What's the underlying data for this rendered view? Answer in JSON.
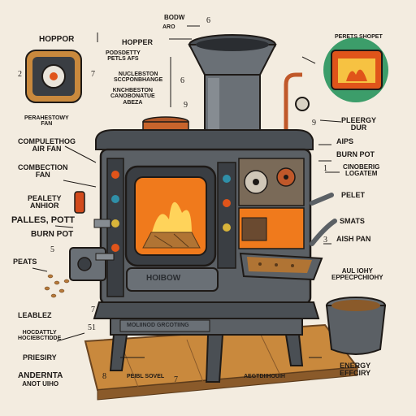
{
  "labels": {
    "hopper_left": "HOPPOR",
    "hopper_main": "HOPPER",
    "top_center_a": "BODW",
    "top_center_b": "ARO",
    "pellets_top": "PERETS SHOPET",
    "podsdetty_a": "PODSDETTY",
    "podsdetty_b": "PETLS AFS",
    "nucleber_a": "NUCLEBSTON",
    "nucleber_b": "SCCPONBHANGE",
    "knbest_a": "KNCHBESTON",
    "knbest_b": "CANOBONATUE",
    "knbest_c": "ABEZA",
    "perhesto_a": "PERAHESTOWY",
    "perhesto_b": "FAN",
    "compul_a": "COMPULETHOG",
    "compul_b": "AIR FAN",
    "combection_a": "COMBECTION",
    "combection_b": "FAN",
    "pleergy_a": "PLEERGY",
    "pleergy_b": "DUR",
    "aips": "AIPS",
    "burn_pot_right": "BURN POT",
    "cinoberig_a": "CINOBERIG",
    "cinoberig_b": "LOGATEM",
    "pealety_a": "PEALETY",
    "pealety_b": "ANHIOR",
    "palles_pott": "PALLES, POTT",
    "burn_pot_left": "BURN POT",
    "pelet": "PELET",
    "smats": "SMATS",
    "aish_pan": "AISH PAN",
    "peats": "PEATS",
    "front_plate": "HOIBOW",
    "aul_a": "AUL IOHY",
    "aul_b": "EPPECPCHIOHY",
    "leabelez": "LEABLEZ",
    "hocdat_a": "HOCDATTLY",
    "hocdat_b": "HOCIEBCTIDDE",
    "base_plate": "MOLIINOD GRCOTIING",
    "priesiry": "PRIESIRY",
    "andernta_a": "ANDERNTA",
    "andernta_b": "ANOT UIHO",
    "peibl_sovel": "PEIBL SOVEL",
    "floor_text": "AEGTDIIHOUIH",
    "energy_a": "ENERGY",
    "energy_b": "EFFCIRY"
  },
  "refs": {
    "r2": "2",
    "r7a": "7",
    "r6a": "6",
    "r9": "9",
    "r1": "1",
    "r5": "5",
    "r7b": "7",
    "r51": "51",
    "r3": "3",
    "r6b": "6",
    "r8": "8",
    "r7c": "7",
    "r9b": "9"
  },
  "colors": {
    "background": "#f3ece0",
    "stove_body": "#5b6065",
    "stove_dark": "#3a3e43",
    "flame": "#f07a1c",
    "accent_orange": "#e0541a",
    "wood_floor": "#c9893d"
  }
}
